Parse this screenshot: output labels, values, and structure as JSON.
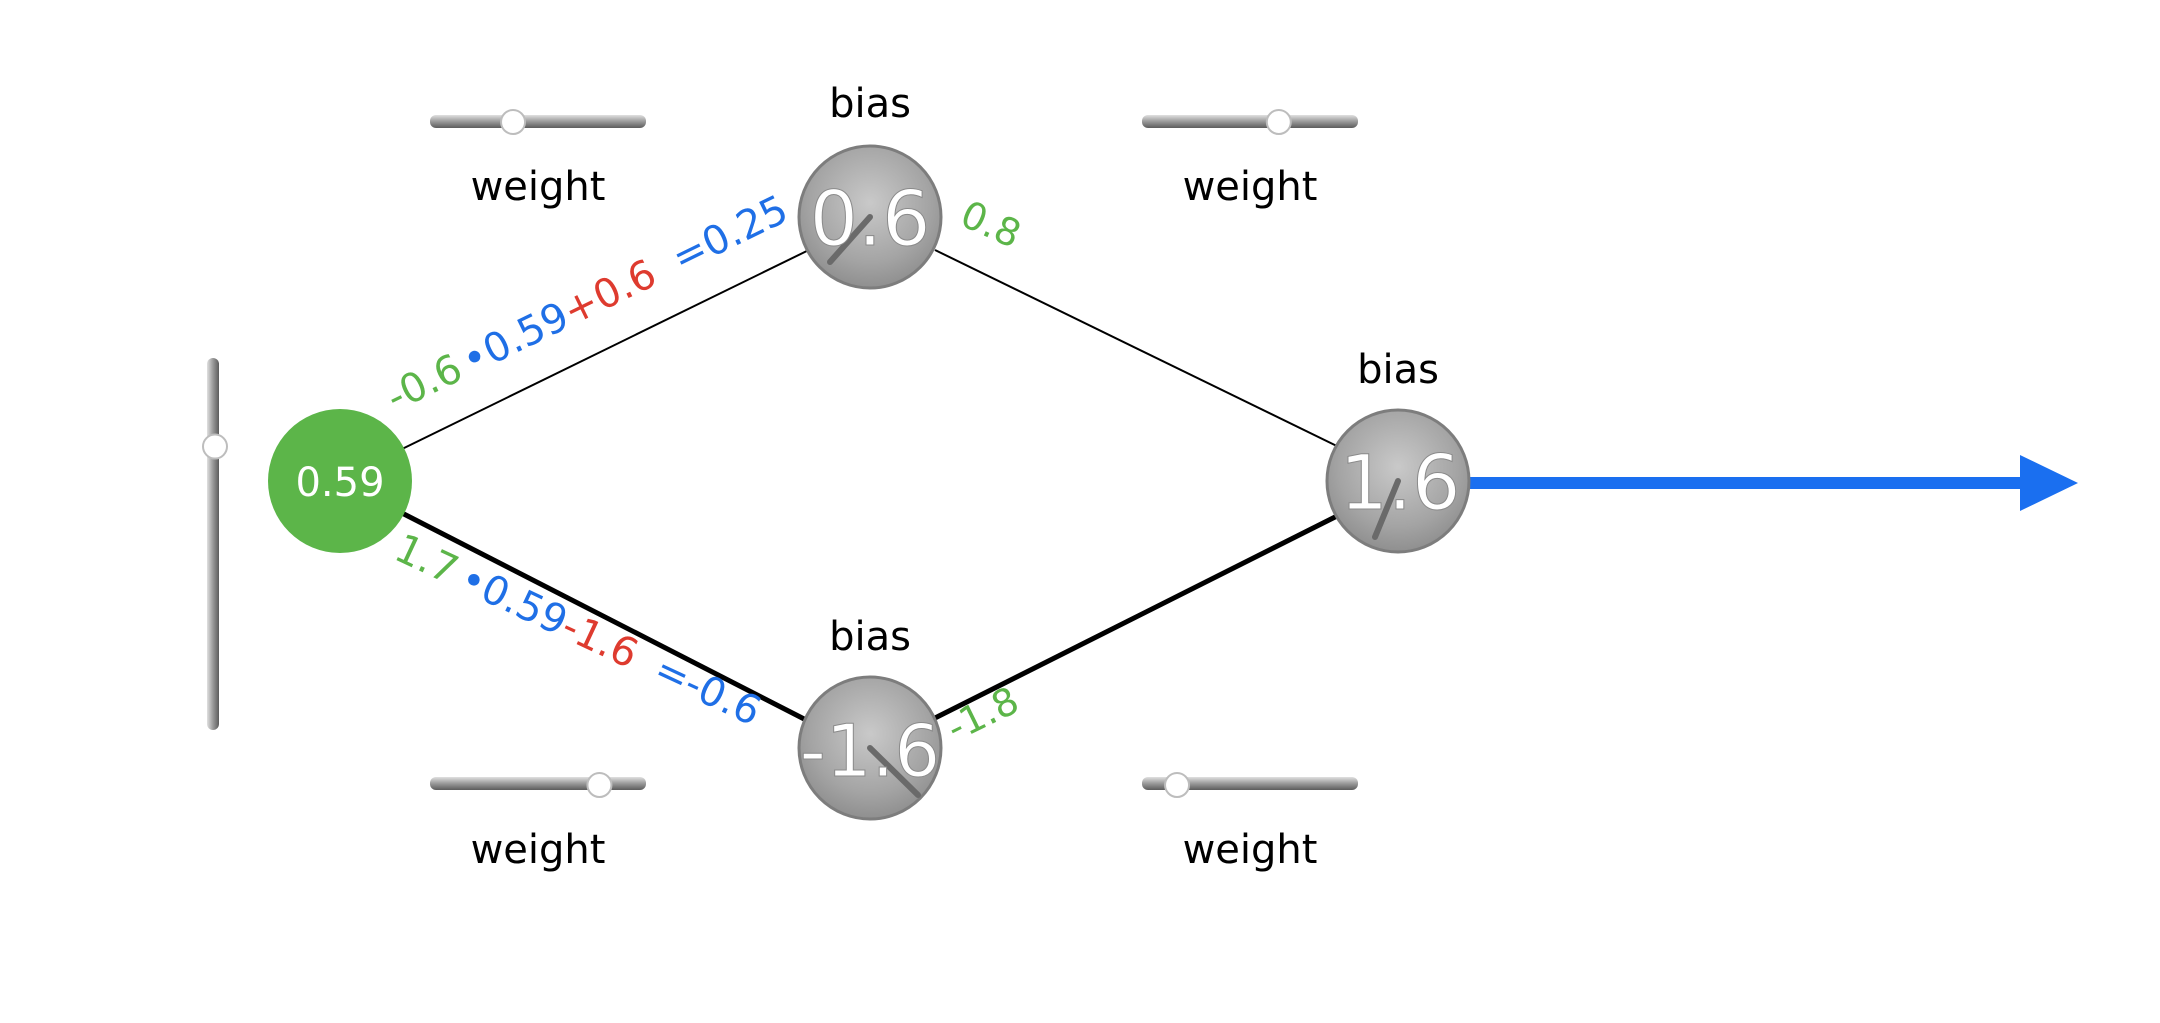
{
  "colors": {
    "green": "#5cb549",
    "blue": "#1f6fe6",
    "red": "#de3b2f",
    "node_gray": "#a9a9a9",
    "arrow_blue": "#1a6ff0"
  },
  "input": {
    "value": "0.59",
    "slider_level": 0.22
  },
  "hidden_top": {
    "bias_label": "bias",
    "value": "0.6",
    "output_label": "0.8",
    "in_weight_label": "weight",
    "in_weight_level": 0.37,
    "out_weight_label": "weight",
    "out_weight_level": 0.65
  },
  "hidden_bottom": {
    "bias_label": "bias",
    "value": "-1.6",
    "output_label": "-1.8",
    "in_weight_label": "weight",
    "in_weight_level": 0.82,
    "out_weight_label": "weight",
    "out_weight_level": 0.12
  },
  "output_node": {
    "bias_label": "bias",
    "value": "1.6"
  },
  "formula_top": {
    "weight": "-0.6",
    "input": "•0.59",
    "bias": "+0.6",
    "result": "=0.25"
  },
  "formula_bottom": {
    "weight": "1.7",
    "input": "•0.59",
    "bias": "-1.6",
    "result": "=-0.6"
  }
}
